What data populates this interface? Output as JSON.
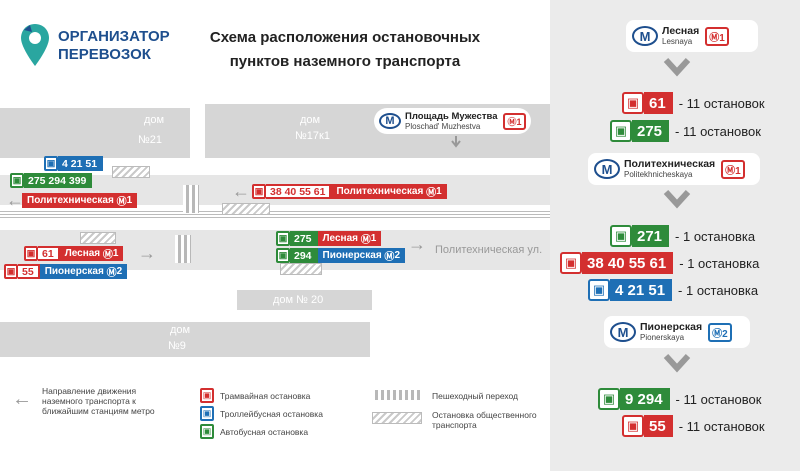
{
  "logo": {
    "line1": "ОРГАНИЗАТОР",
    "line2": "ПЕРЕВОЗОК"
  },
  "title": {
    "line1": "Схема расположения остановочных",
    "line2": "пунктов наземного транспорта"
  },
  "colors": {
    "tram": "#d32f2f",
    "trolley": "#1e6fb5",
    "bus": "#2e8b3a",
    "metro_blue": "#1e4f8e",
    "road": "#e6e6e6",
    "building": "#d6d6d6"
  },
  "buildings": {
    "dom21_a": "дом",
    "dom21_b": "№21",
    "dom17_a": "дом",
    "dom17_b": "№17к1",
    "dom20": "дом № 20",
    "dom9_a": "дом",
    "dom9_b": "№9"
  },
  "street": "Политехническая ул.",
  "ploschad": {
    "name_ru": "Площадь Мужества",
    "name_en": "Ploschad' Muzhestva",
    "line": "1"
  },
  "map_stops": {
    "trolley_top": {
      "routes": "4 21 51"
    },
    "bus_top": {
      "routes": "275 294 399"
    },
    "poly_left": {
      "label": "Политехническая",
      "line": "1"
    },
    "tram_mid": {
      "routes": "38 40 55 61",
      "label": "Политехническая",
      "line": "1"
    },
    "tram_61": {
      "routes": "61",
      "label": "Лесная",
      "line": "1"
    },
    "tram_55": {
      "routes": "55",
      "label": "Пионерская",
      "line": "2"
    },
    "bus_275": {
      "routes": "275",
      "label": "Лесная",
      "line": "1"
    },
    "bus_294": {
      "routes": "294",
      "label": "Пионерская",
      "line": "2"
    }
  },
  "legend": {
    "direction": "Направление движения наземного транспорта к ближайшим станциям метро",
    "tram": "Трамвайная остановка",
    "trolley": "Троллейбусная остановка",
    "bus": "Автобусная остановка",
    "crossing": "Пешеходный переход",
    "stop_area": "Остановка общественного транспорта"
  },
  "panel": {
    "lesnaya": {
      "ru": "Лесная",
      "en": "Lesnaya",
      "line": "1"
    },
    "r61": {
      "num": "61",
      "stops": "- 11 остановок"
    },
    "r275": {
      "num": "275",
      "stops": "- 11 остановок"
    },
    "poly": {
      "ru": "Политехническая",
      "en": "Politekhnicheskaya",
      "line": "1"
    },
    "r271": {
      "num": "271",
      "stops": "- 1 остановка"
    },
    "rtram": {
      "num": "38 40 55 61",
      "stops": "- 1 остановка"
    },
    "rtrol": {
      "num": "4 21 51",
      "stops": "- 1 остановка"
    },
    "pion": {
      "ru": "Пионерская",
      "en": "Pionerskaya",
      "line": "2"
    },
    "r9294": {
      "num": "9 294",
      "stops": "- 11 остановок"
    },
    "r55": {
      "num": "55",
      "stops": "- 11 остановок"
    }
  }
}
